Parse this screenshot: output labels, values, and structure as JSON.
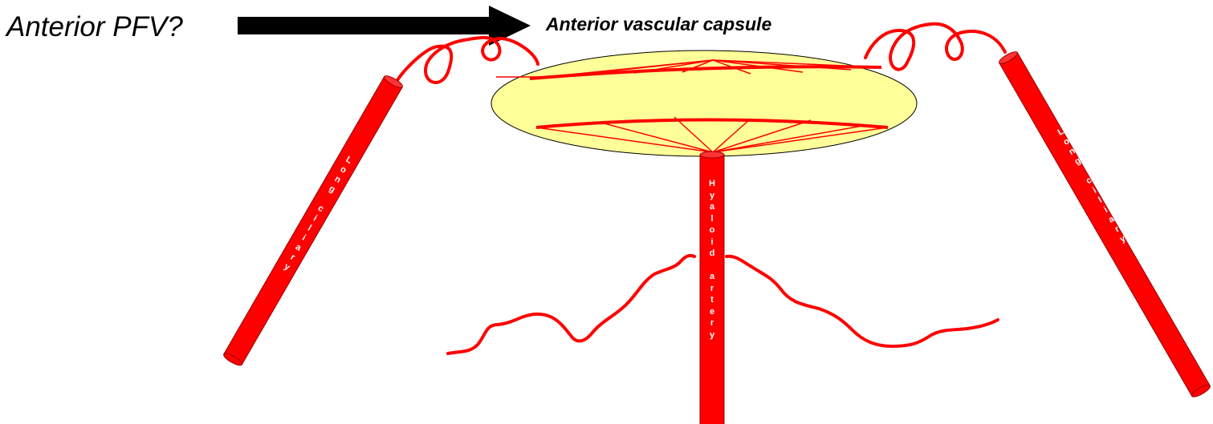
{
  "labels": {
    "question": "Anterior PFV?",
    "capsule": "Anterior vascular capsule",
    "left_vessel": "Long ciliary",
    "right_vessel": "Long ciliary",
    "center_vessel": "Hyaloid artery"
  },
  "colors": {
    "vessel": "#ff0000",
    "vessel_edge": "#990000",
    "capsule_fill": "#ffff99",
    "arrow": "#000000"
  }
}
